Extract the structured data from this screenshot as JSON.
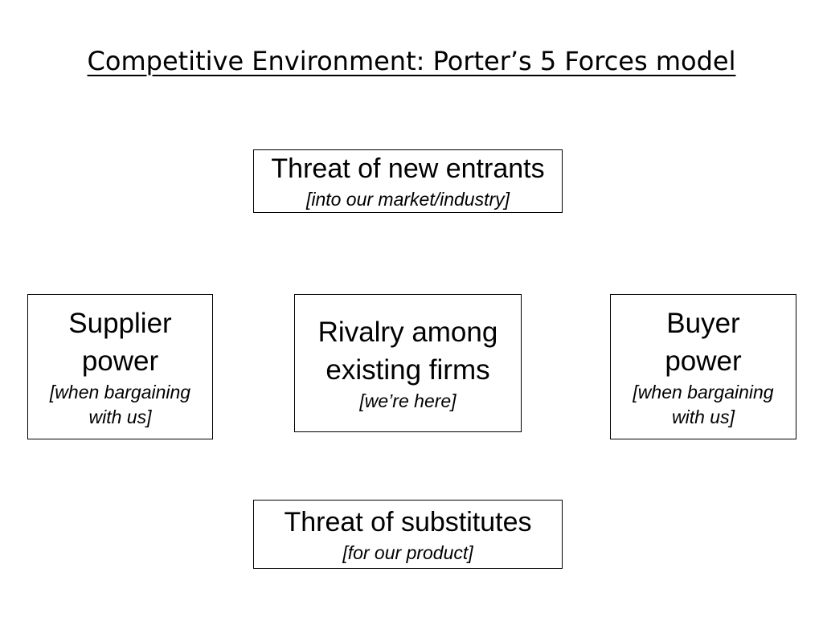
{
  "title": "Competitive Environment:  Porter’s 5 Forces model",
  "forces": {
    "new_entrants": {
      "label": "Threat of new entrants",
      "note": "[into our market/industry]"
    },
    "supplier": {
      "label_line1": "Supplier",
      "label_line2": "power",
      "note_line1": "[when bargaining",
      "note_line2": "with us]"
    },
    "rivalry": {
      "label_line1": "Rivalry among",
      "label_line2": "existing firms",
      "note": "[we’re here]"
    },
    "buyer": {
      "label_line1": "Buyer",
      "label_line2": "power",
      "note_line1": "[when bargaining",
      "note_line2": "with us]"
    },
    "substitutes": {
      "label": "Threat of substitutes",
      "note": "[for our product]"
    }
  }
}
